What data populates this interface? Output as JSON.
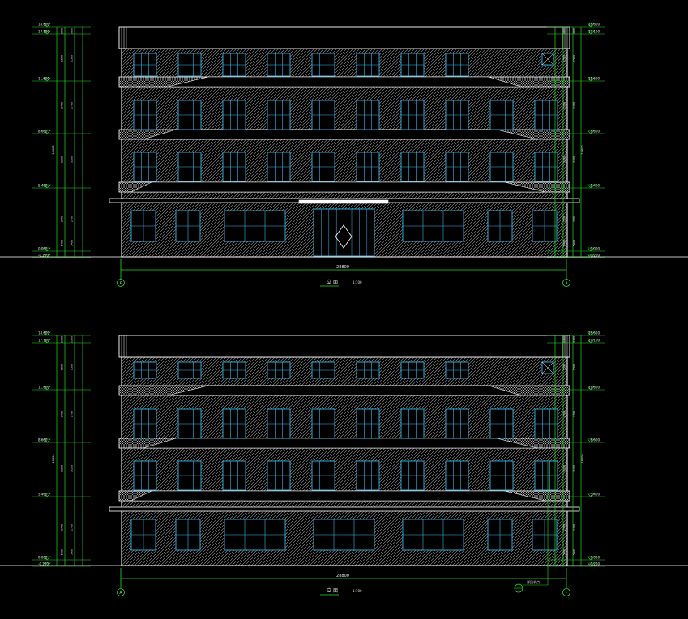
{
  "colors": {
    "background": "#000000",
    "outline": "#ffffff",
    "hatch": "#bfbfbf",
    "window": "#35b7e6",
    "dimension": "#20e020",
    "text": "#e8e8e8"
  },
  "elevations": [
    {
      "title": "立 面",
      "scale": "1:100",
      "total_width": "28800",
      "left_axis": "F",
      "right_axis": "A",
      "levels_left": [
        "18.600",
        "17.100",
        "11.600",
        "8.600",
        "5.400",
        "0.000",
        "-0.200"
      ],
      "levels_right": [
        "18.600",
        "17.100",
        "11.600",
        "8.600",
        "5.400",
        "0.000",
        "-0.200"
      ],
      "total_height": "18600",
      "floor_dims": [
        "3300",
        "1500",
        "2700",
        "3200",
        "2700",
        "5400"
      ],
      "has_bay_window_note": false,
      "note": ""
    },
    {
      "title": "立 面",
      "scale": "1:100",
      "total_width": "28800",
      "left_axis": "A",
      "right_axis": "F",
      "levels_left": [
        "18.600",
        "17.100",
        "11.600",
        "8.600",
        "5.400",
        "0.000",
        "-0.200"
      ],
      "levels_right": [
        "18.600",
        "17.100",
        "11.600",
        "8.600",
        "5.400",
        "0.000",
        "-0.200"
      ],
      "total_height": "18600",
      "floor_dims": [
        "3300",
        "1500",
        "2700",
        "3200",
        "2700",
        "5400"
      ],
      "has_bay_window_note": true,
      "note": "详见节点"
    }
  ]
}
